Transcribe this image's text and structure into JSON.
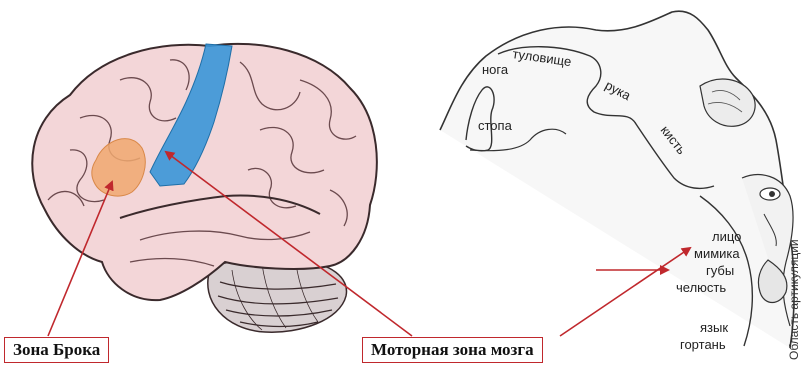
{
  "labels": {
    "broca_zone": "Зона Брока",
    "motor_zone": "Моторная зона мозга",
    "articulation_area": "Область артикуляции"
  },
  "homunculus": {
    "noga": "нога",
    "tulovishche": "туловище",
    "ruka": "рука",
    "stopa": "стопа",
    "kist": "кисть",
    "litso": "лицо",
    "mimika": "мимика",
    "guby": "губы",
    "chelyust": "челюсть",
    "yazyk": "язык",
    "gortan": "гортань"
  },
  "colors": {
    "brain_fill": "#f3d6d8",
    "brain_outline": "#3a2a2c",
    "broca_fill": "#f0a870",
    "motor_fill": "#3a96d8",
    "arrow": "#c0282d",
    "cerebellum": "#d9d0d2"
  }
}
